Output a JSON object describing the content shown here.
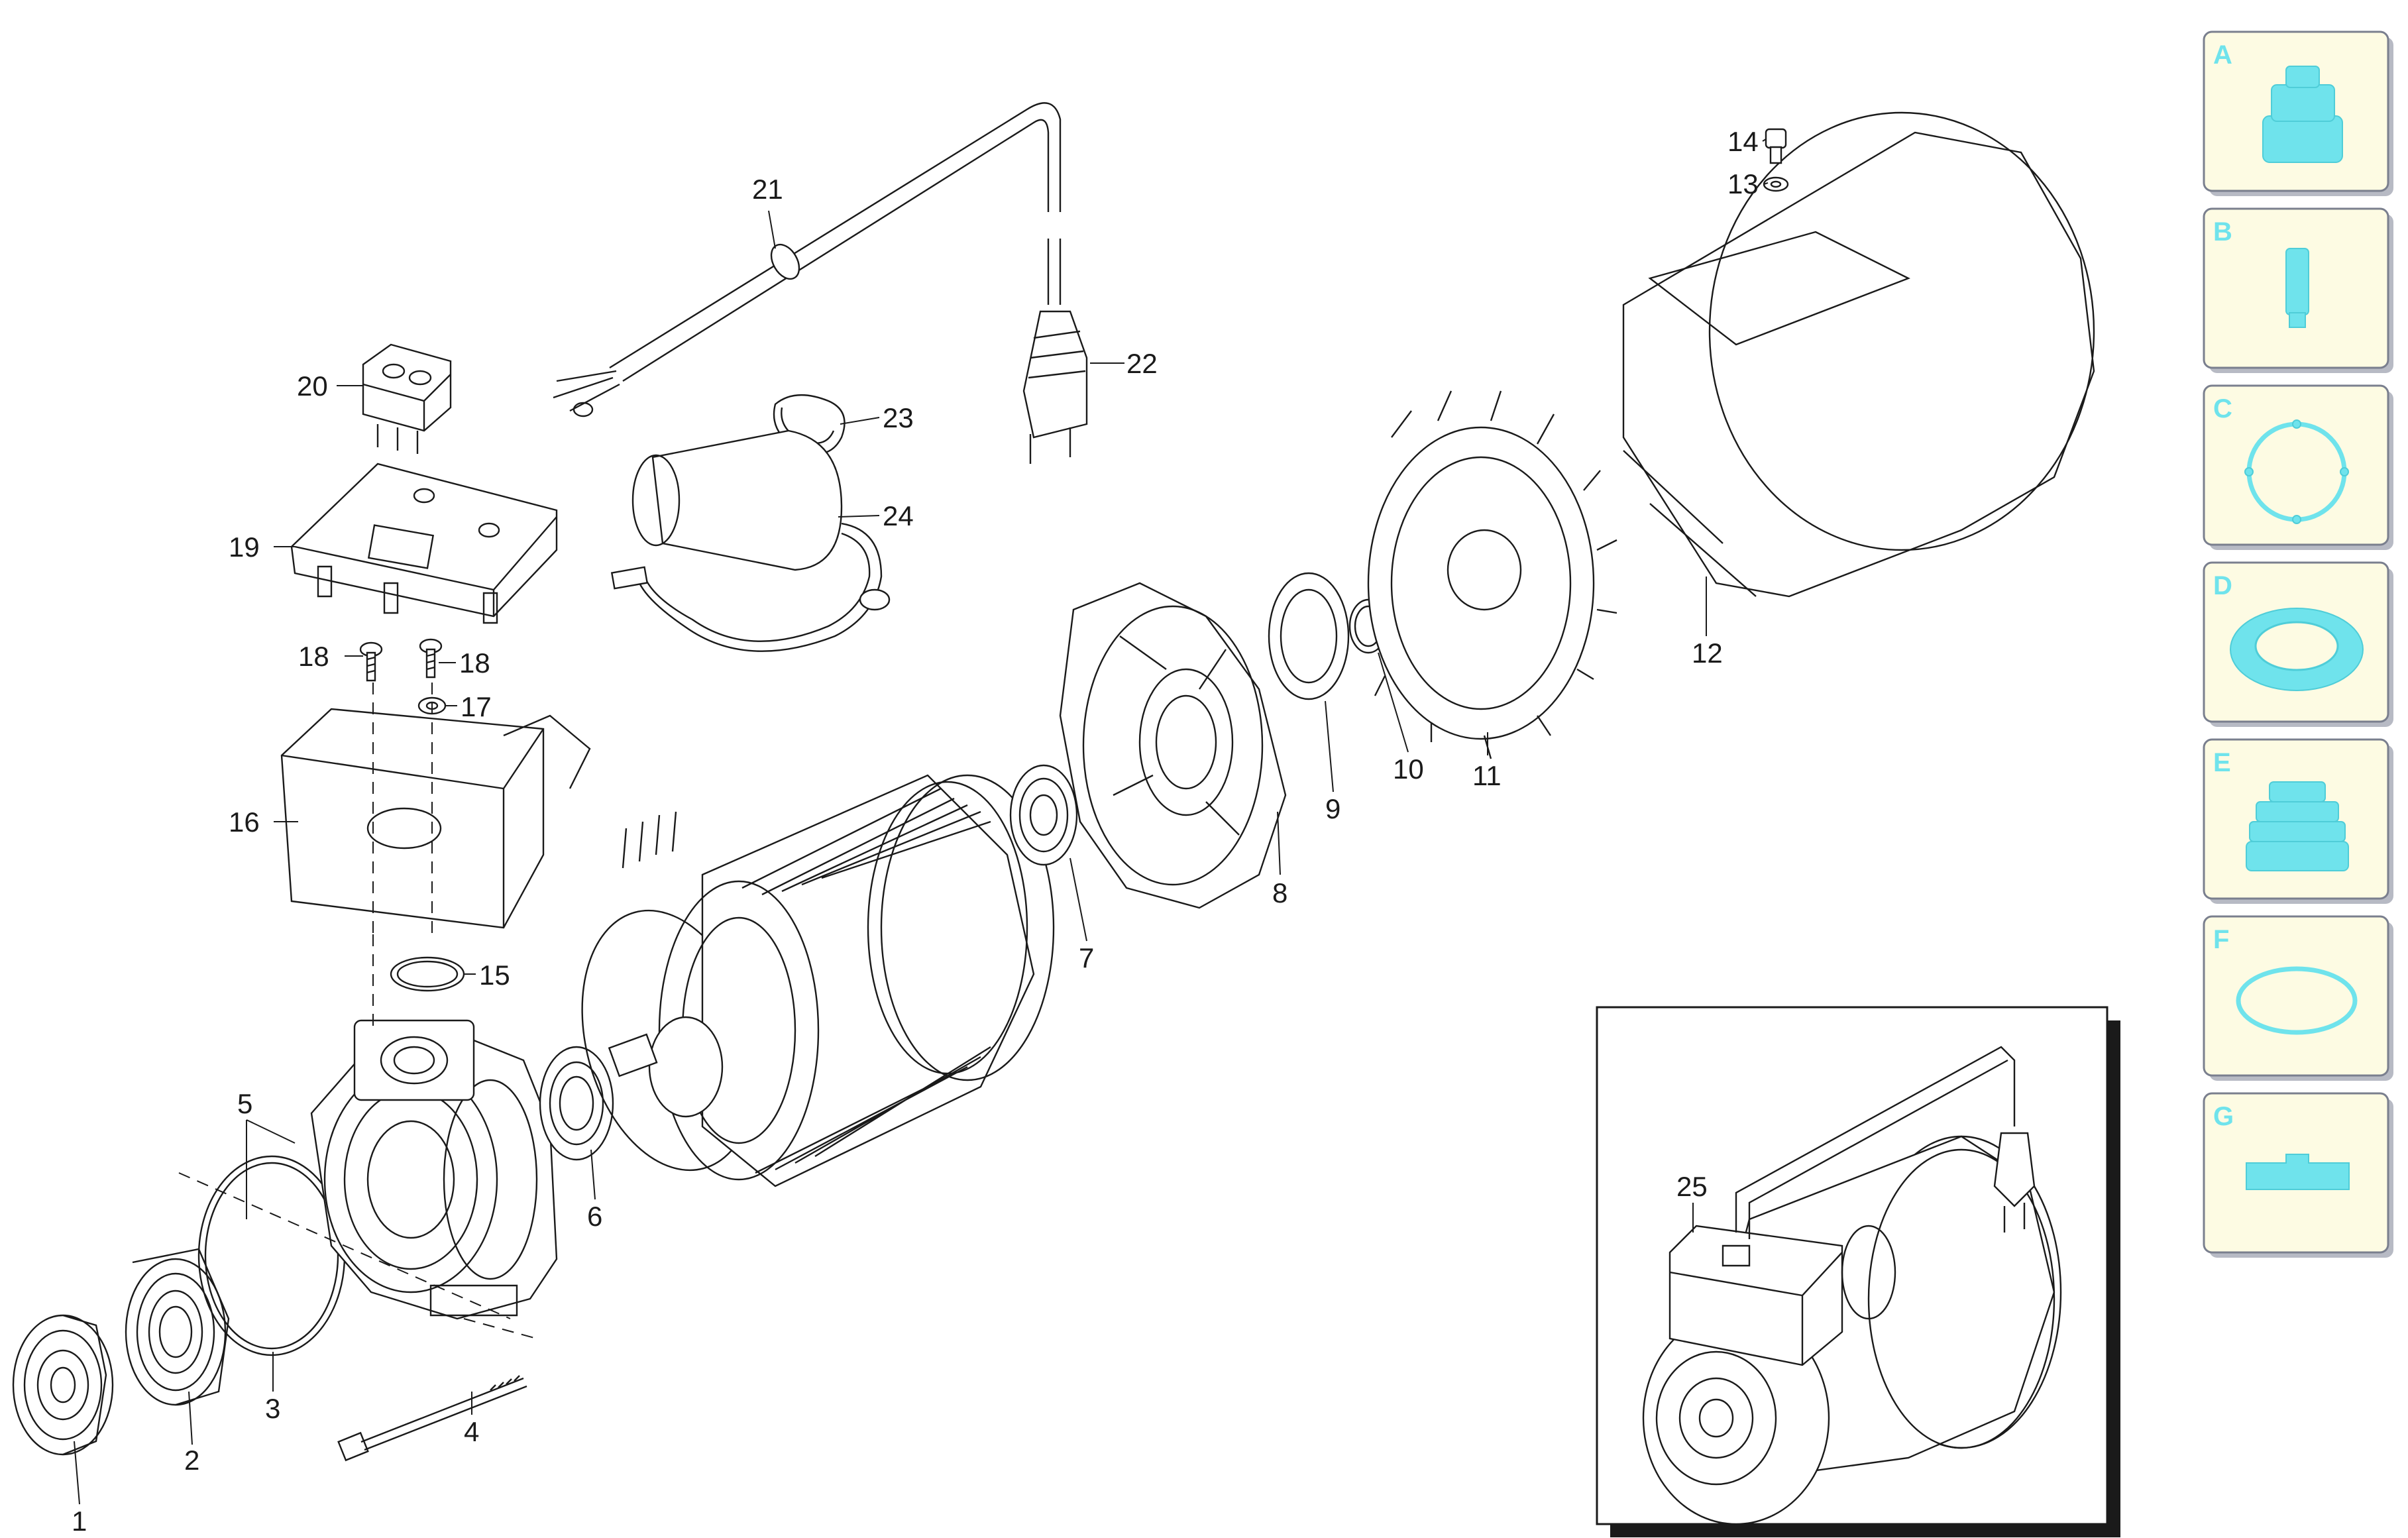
{
  "callouts": [
    {
      "num": "1"
    },
    {
      "num": "2"
    },
    {
      "num": "3"
    },
    {
      "num": "4"
    },
    {
      "num": "5"
    },
    {
      "num": "6"
    },
    {
      "num": "7"
    },
    {
      "num": "8"
    },
    {
      "num": "9"
    },
    {
      "num": "10"
    },
    {
      "num": "11"
    },
    {
      "num": "12"
    },
    {
      "num": "13"
    },
    {
      "num": "14"
    },
    {
      "num": "15"
    },
    {
      "num": "16"
    },
    {
      "num": "17"
    },
    {
      "num": "18"
    },
    {
      "num": "18"
    },
    {
      "num": "19"
    },
    {
      "num": "20"
    },
    {
      "num": "21"
    },
    {
      "num": "22"
    },
    {
      "num": "23"
    },
    {
      "num": "24"
    },
    {
      "num": "25"
    }
  ],
  "categories": [
    {
      "letter": "A",
      "icon": "pump-cover-icon"
    },
    {
      "letter": "B",
      "icon": "cylinder-part-icon"
    },
    {
      "letter": "C",
      "icon": "o-ring-icon"
    },
    {
      "letter": "D",
      "icon": "seal-ring-icon"
    },
    {
      "letter": "E",
      "icon": "bellows-icon"
    },
    {
      "letter": "F",
      "icon": "gasket-icon"
    },
    {
      "letter": "G",
      "icon": "bracket-icon"
    }
  ],
  "colors": {
    "line": "#1a1a1a",
    "panel_bg": "#fdfbe3",
    "panel_border": "#7a7f8e",
    "icon_accent": "#6fe3ec"
  }
}
